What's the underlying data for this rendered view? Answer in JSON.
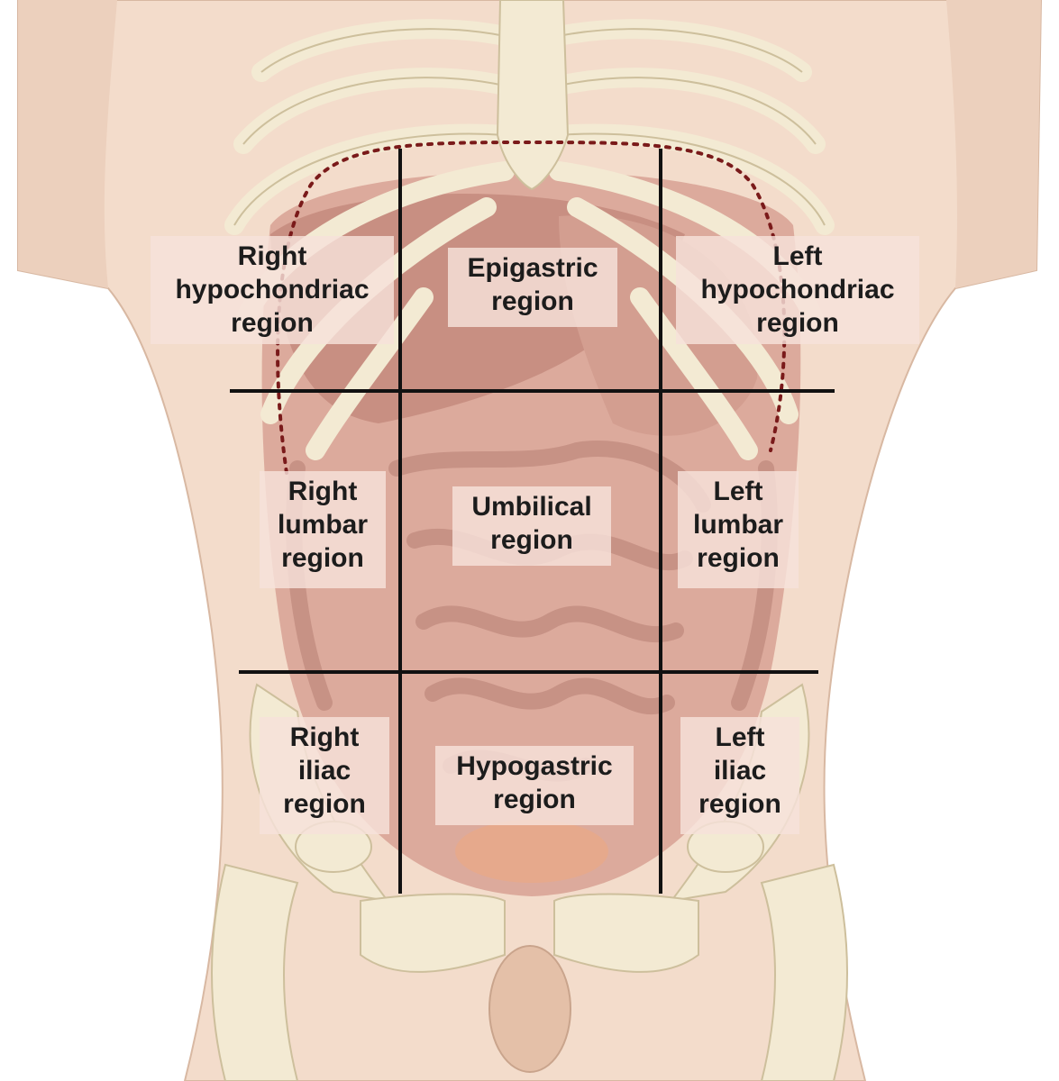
{
  "diagram": {
    "regions": [
      {
        "id": "right-hypochondriac",
        "label": "Right\nhypochondriac\nregion"
      },
      {
        "id": "epigastric",
        "label": "Epigastric\nregion"
      },
      {
        "id": "left-hypochondriac",
        "label": "Left\nhypochondriac\nregion"
      },
      {
        "id": "right-lumbar",
        "label": "Right\nlumbar\nregion"
      },
      {
        "id": "umbilical",
        "label": "Umbilical\nregion"
      },
      {
        "id": "left-lumbar",
        "label": "Left\nlumbar\nregion"
      },
      {
        "id": "right-iliac",
        "label": "Right\niliac\nregion"
      },
      {
        "id": "hypogastric",
        "label": "Hypogastric\nregion"
      },
      {
        "id": "left-iliac",
        "label": "Left\niliac\nregion"
      }
    ],
    "colors": {
      "skin": "#f3dccb",
      "skin_shadow": "#e4c2ad",
      "bone": "#f3ead3",
      "bone_outline": "#cdbf9c",
      "organ": "#d9a79a",
      "organ_dark": "#c98f82",
      "grid_line": "#111111",
      "diaphragm_line": "#7a1a1a"
    }
  }
}
